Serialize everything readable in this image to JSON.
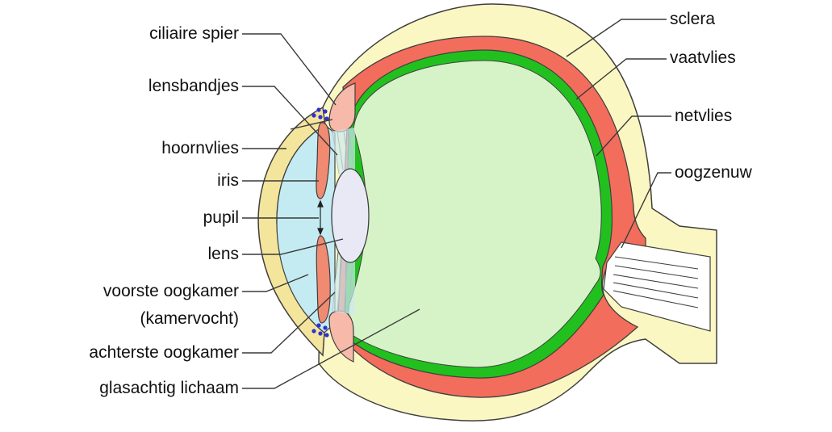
{
  "labels": {
    "ciliaire_spier": "ciliaire spier",
    "lensbandjes": "lensbandjes",
    "hoornvlies": "hoornvlies",
    "iris": "iris",
    "pupil": "pupil",
    "lens": "lens",
    "voorste_oogkamer": "voorste oogkamer",
    "kamervocht": "(kamervocht)",
    "achterste_oogkamer": "achterste oogkamer",
    "glasachtig_lichaam": "glasachtig lichaam",
    "sclera": "sclera",
    "vaatvlies": "vaatvlies",
    "netvlies": "netvlies",
    "oogzenuw": "oogzenuw"
  },
  "colors": {
    "sclera": "#fbf7c2",
    "cornea": "#f4e59c",
    "choroid": "#f26d5b",
    "retina": "#22c01e",
    "vitreous": "#d6f3c8",
    "aqueous": "#c5ebf2",
    "lens": "#e9e9f6",
    "iris": "#f08a70",
    "ciliary": "#f6b9aa",
    "outline": "#3f3f3f"
  }
}
